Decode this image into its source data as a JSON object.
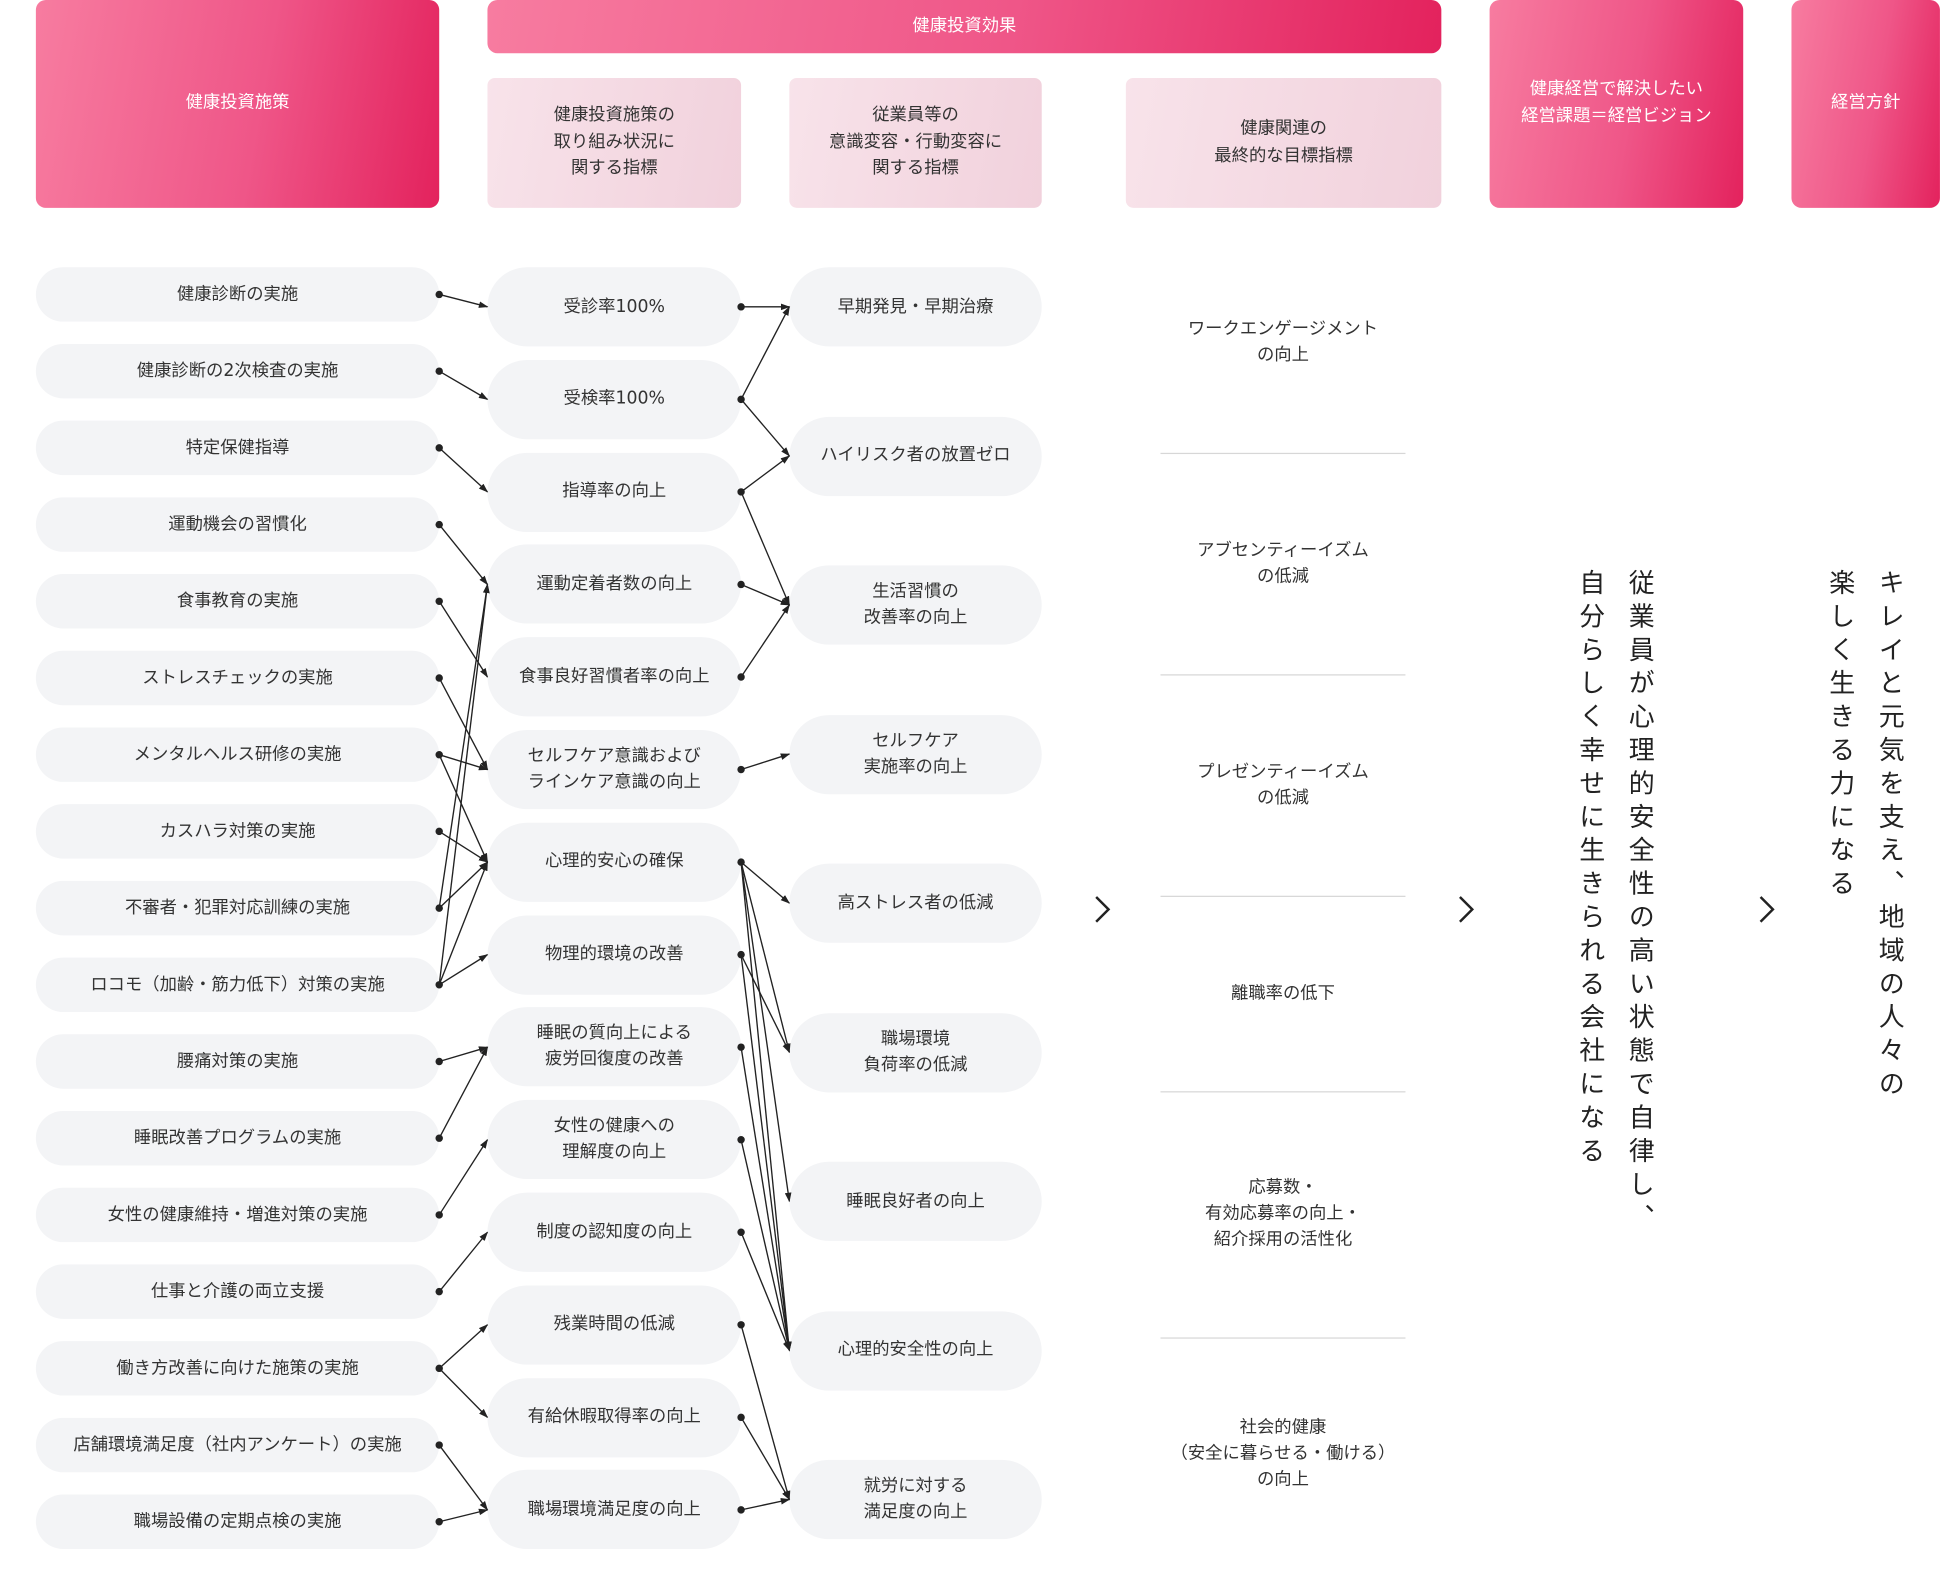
{
  "headers": {
    "measures": "健康投資施策",
    "effects": "健康投資効果",
    "effect_progress": "健康投資施策の\n取り組み状況に\n関する指標",
    "effect_behavior": "従業員等の\n意識変容・行動変容に\n関する指標",
    "effect_goal": "健康関連の\n最終的な目標指標",
    "vision": "健康経営で解決したい\n経営課題＝経営ビジョン",
    "policy": "経営方針"
  },
  "measures": [
    "健康診断の実施",
    "健康診断の2次検査の実施",
    "特定保健指導",
    "運動機会の習慣化",
    "食事教育の実施",
    "ストレスチェックの実施",
    "メンタルヘルス研修の実施",
    "カスハラ対策の実施",
    "不審者・犯罪対応訓練の実施",
    "ロコモ（加齢・筋力低下）対策の実施",
    "腰痛対策の実施",
    "睡眠改善プログラムの実施",
    "女性の健康維持・増進対策の実施",
    "仕事と介護の両立支援",
    "働き方改善に向けた施策の実施",
    "店舗環境満足度（社内アンケート）の実施",
    "職場設備の定期点検の実施"
  ],
  "progress_indicators": [
    "受診率100%",
    "受検率100%",
    "指導率の向上",
    "運動定着者数の向上",
    "食事良好習慣者率の向上",
    "セルフケア意識および\nラインケア意識の向上",
    "心理的安心の確保",
    "物理的環境の改善",
    "睡眠の質向上による\n疲労回復度の改善",
    "女性の健康への\n理解度の向上",
    "制度の認知度の向上",
    "残業時間の低減",
    "有給休暇取得率の向上",
    "職場環境満足度の向上"
  ],
  "behavior_indicators": [
    "早期発見・早期治療",
    "ハイリスク者の放置ゼロ",
    "生活習慣の\n改善率の向上",
    "セルフケア\n実施率の向上",
    "高ストレス者の低減",
    "職場環境\n負荷率の低減",
    "睡眠良好者の向上",
    "心理的安全性の向上",
    "就労に対する\n満足度の向上"
  ],
  "goals": [
    "ワークエンゲージメント\nの向上",
    "アブセンティーイズム\nの低減",
    "プレゼンティーイズム\nの低減",
    "離職率の低下",
    "応募数・\n有効応募率の向上・\n紹介採用の活性化",
    "社会的健康\n（安全に暮らせる・働ける）\nの向上"
  ],
  "vision_text": "従業員が心理的安全性の高い状態で自律し、\n自分らしく幸せに生きられる会社になる",
  "policy_text": "キレイと元気を支え、地域の人々の\n楽しく生きる力になる",
  "links_measures_to_progress": [
    [
      0,
      0
    ],
    [
      1,
      1
    ],
    [
      2,
      2
    ],
    [
      3,
      3
    ],
    [
      4,
      4
    ],
    [
      5,
      5
    ],
    [
      6,
      5
    ],
    [
      6,
      6
    ],
    [
      7,
      6
    ],
    [
      8,
      6
    ],
    [
      8,
      3
    ],
    [
      9,
      6
    ],
    [
      9,
      7
    ],
    [
      9,
      3
    ],
    [
      10,
      8
    ],
    [
      11,
      8
    ],
    [
      12,
      9
    ],
    [
      13,
      10
    ],
    [
      14,
      11
    ],
    [
      14,
      12
    ],
    [
      15,
      13
    ],
    [
      16,
      13
    ]
  ],
  "links_progress_to_behavior": [
    [
      0,
      0
    ],
    [
      1,
      0
    ],
    [
      1,
      1
    ],
    [
      2,
      1
    ],
    [
      2,
      2
    ],
    [
      3,
      2
    ],
    [
      4,
      2
    ],
    [
      5,
      3
    ],
    [
      6,
      4
    ],
    [
      6,
      5
    ],
    [
      6,
      6
    ],
    [
      6,
      7
    ],
    [
      7,
      5
    ],
    [
      7,
      7
    ],
    [
      8,
      7
    ],
    [
      9,
      7
    ],
    [
      10,
      7
    ],
    [
      11,
      8
    ],
    [
      12,
      8
    ],
    [
      13,
      8
    ]
  ],
  "colors": {
    "header_gradient": [
      "#f77ca0",
      "#ef5688",
      "#e3225d"
    ],
    "subheader_gradient": [
      "#f8e3ea",
      "#f1d1dc"
    ],
    "pill_bg": "#f3f4f6",
    "line": "#222222"
  },
  "icons": [
    "chevron-right-icon"
  ]
}
